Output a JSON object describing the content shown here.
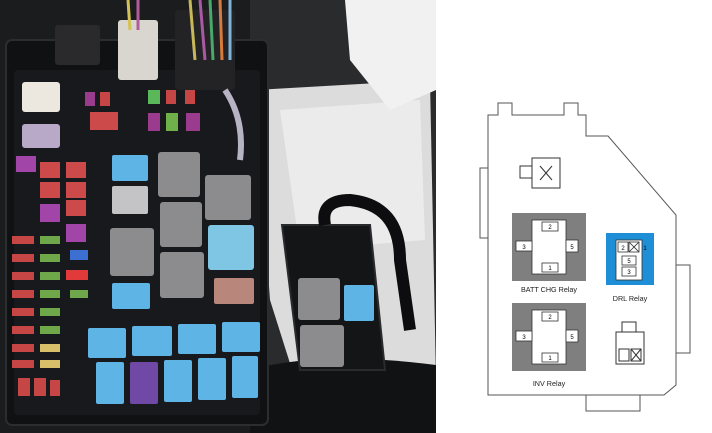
{
  "diagram": {
    "relays": {
      "batt_chg": {
        "label": "BATT CHG Relay",
        "pins": [
          "2",
          "3",
          "5",
          "1"
        ]
      },
      "drl": {
        "label": "DRL Relay",
        "pins": [
          "2",
          "1",
          "5",
          "3"
        ]
      },
      "inv": {
        "label": "INV Relay",
        "pins": [
          "2",
          "3",
          "5",
          "1"
        ]
      }
    }
  },
  "colors": {
    "relay_grey": "#7f7f7f",
    "relay_blue": "#1e8fd6",
    "photo_relay_blue": "#5fb4e6",
    "outline": "#555555"
  }
}
